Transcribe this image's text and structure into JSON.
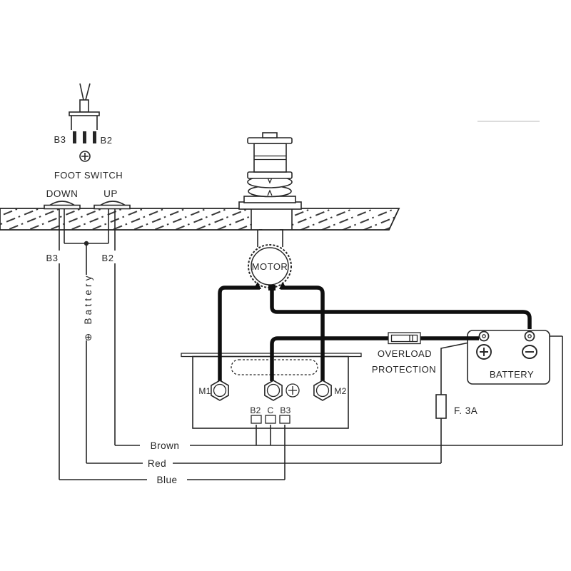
{
  "remote": {
    "b3": "B3",
    "b2": "B2"
  },
  "foot_switch": {
    "title": "FOOT SWITCH",
    "down": "DOWN",
    "up": "UP"
  },
  "risers": {
    "b3": "B3",
    "b2": "B2",
    "battery_feed": "⊕ Battery"
  },
  "motor": {
    "label": "MOTOR"
  },
  "control_box": {
    "m1": "M1",
    "m2": "M2",
    "b2": "B2",
    "c": "C",
    "b3": "B3"
  },
  "overload": {
    "line1": "OVERLOAD",
    "line2": "PROTECTION"
  },
  "battery": {
    "label": "BATTERY",
    "positive": "+",
    "negative": "−"
  },
  "fuse": {
    "label": "F.  3A"
  },
  "wires": {
    "brown": "Brown",
    "red": "Red",
    "blue": "Blue"
  },
  "colors": {
    "line": "#262626",
    "wire": "#0f0f0f",
    "background": "#ffffff"
  }
}
